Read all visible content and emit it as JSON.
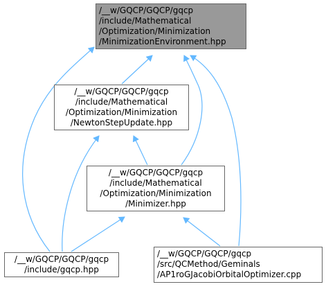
{
  "diagram": {
    "nodes": [
      {
        "id": "env",
        "lines": [
          "/__w/GQCP/GQCP/gqcp",
          "/include/Mathematical",
          "/Optimization/Minimization",
          "/MinimizationEnvironment.hpp"
        ],
        "highlight": true,
        "align": "left"
      },
      {
        "id": "newton",
        "lines": [
          "/__w/GQCP/GQCP/gqcp",
          "/include/Mathematical",
          "/Optimization/Minimization",
          "/NewtonStepUpdate.hpp"
        ],
        "highlight": false,
        "align": "center"
      },
      {
        "id": "minimizer",
        "lines": [
          "/__w/GQCP/GQCP/gqcp",
          "/include/Mathematical",
          "/Optimization/Minimization",
          "/Minimizer.hpp"
        ],
        "highlight": false,
        "align": "center"
      },
      {
        "id": "gqcp",
        "lines": [
          "/__w/GQCP/GQCP/gqcp",
          "/include/gqcp.hpp"
        ],
        "highlight": false,
        "align": "center"
      },
      {
        "id": "ap1",
        "lines": [
          "/__w/GQCP/GQCP/gqcp",
          "/src/QCMethod/Geminals",
          "/AP1roGJacobiOrbitalOptimizer.cpp"
        ],
        "highlight": false,
        "align": "left"
      }
    ],
    "edges": [
      {
        "from": "newton",
        "to": "env"
      },
      {
        "from": "gqcp",
        "to": "env"
      },
      {
        "from": "minimizer",
        "to": "env"
      },
      {
        "from": "ap1",
        "to": "env"
      },
      {
        "from": "minimizer",
        "to": "newton"
      },
      {
        "from": "gqcp",
        "to": "newton"
      },
      {
        "from": "gqcp",
        "to": "minimizer"
      },
      {
        "from": "ap1",
        "to": "minimizer"
      }
    ],
    "colors": {
      "edge": "#63b8ff",
      "node_border": "#666666",
      "highlight_fill": "#999999"
    }
  }
}
